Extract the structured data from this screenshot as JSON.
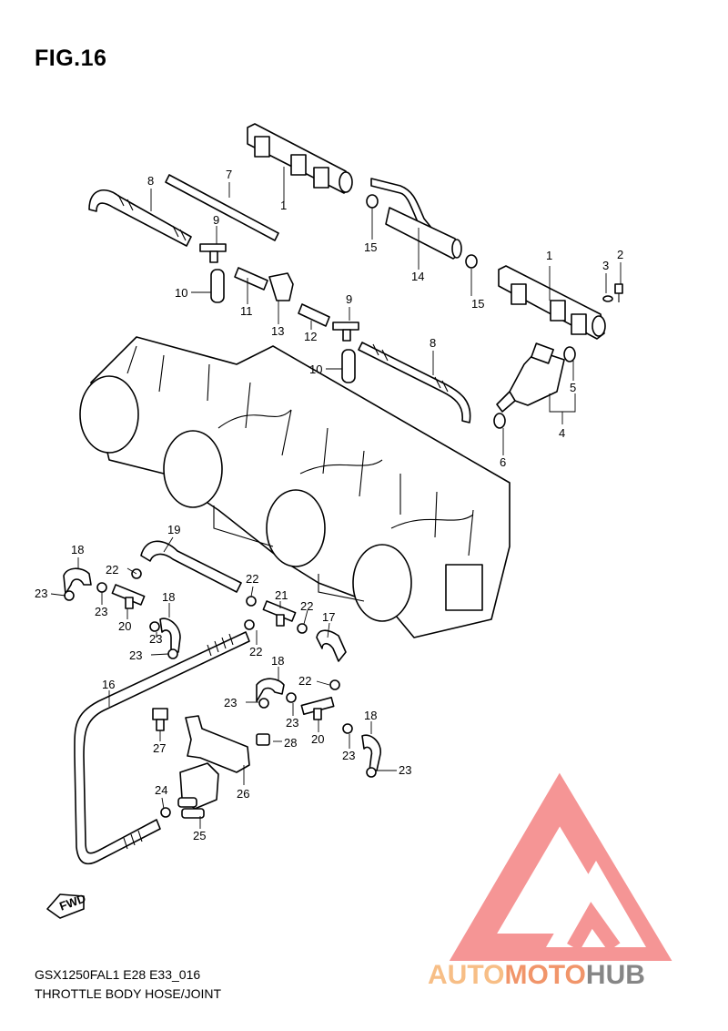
{
  "figure": {
    "title": "FIG.16",
    "code": "GSX1250FAL1 E28 E33_016",
    "description": "THROTTLE BODY HOSE/JOINT"
  },
  "callouts": [
    "1",
    "7",
    "8",
    "9",
    "15",
    "14",
    "1",
    "2",
    "3",
    "10",
    "11",
    "13",
    "12",
    "9",
    "10",
    "8",
    "5",
    "4",
    "6",
    "19",
    "18",
    "22",
    "23",
    "23",
    "20",
    "22",
    "21",
    "18",
    "22",
    "23",
    "17",
    "23",
    "22",
    "16",
    "18",
    "22",
    "23",
    "23",
    "20",
    "27",
    "28",
    "18",
    "23",
    "24",
    "26",
    "23",
    "25",
    "FWD"
  ],
  "watermark": {
    "word_part1": "AUTO",
    "word_part2": "MOTO",
    "word_part3": "HUB",
    "colors": {
      "triangle": "#f26d6d",
      "light": "#f7b87a",
      "mid": "#f08a5a",
      "dark": "#7a7a7a"
    }
  }
}
